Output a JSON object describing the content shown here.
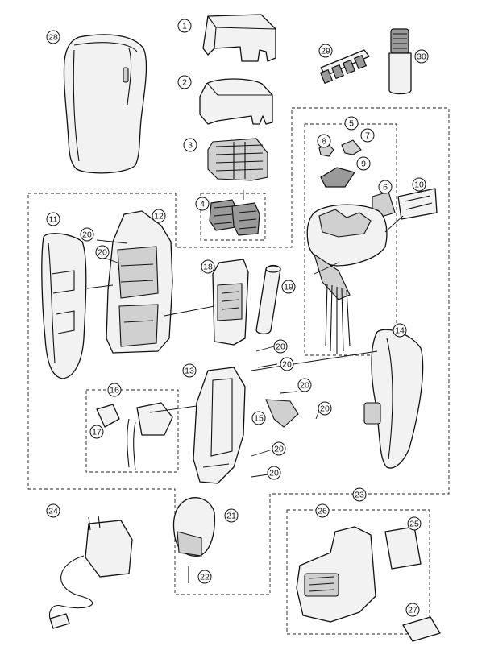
{
  "callouts": [
    "1",
    "2",
    "3",
    "4",
    "5",
    "6",
    "7",
    "8",
    "9",
    "10",
    "11",
    "12",
    "13",
    "14",
    "15",
    "16",
    "17",
    "18",
    "19",
    "20",
    "21",
    "22",
    "23",
    "24",
    "25",
    "26",
    "27",
    "28",
    "29",
    "30"
  ],
  "colors": {
    "line": "#111111",
    "fill": "#f2f2f2",
    "background": "#ffffff"
  }
}
